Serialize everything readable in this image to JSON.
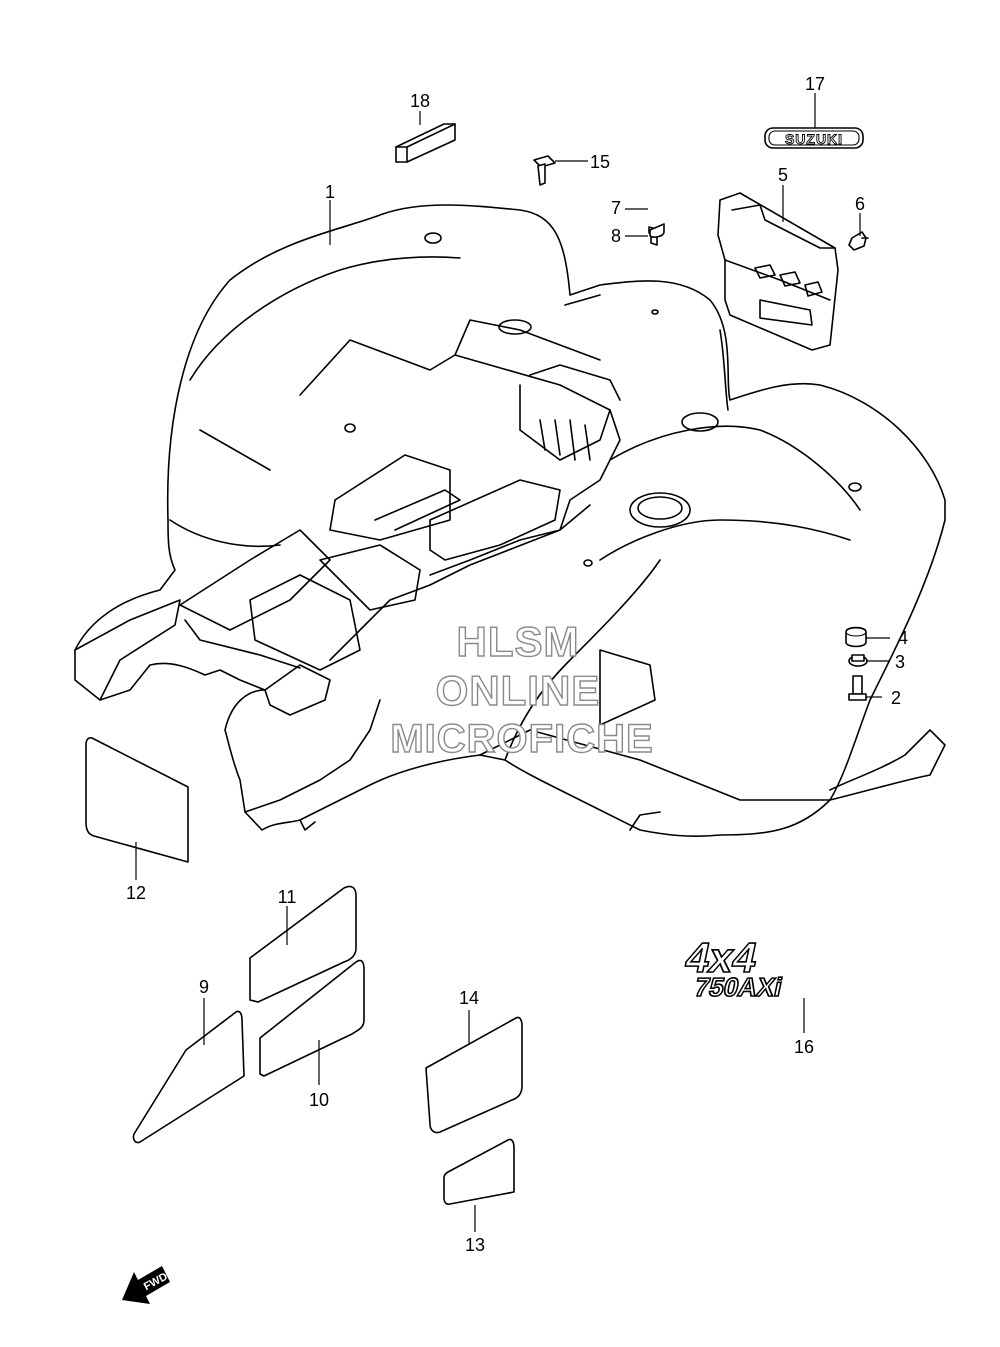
{
  "callouts": [
    "1",
    "2",
    "3",
    "4",
    "5",
    "6",
    "7",
    "8",
    "9",
    "10",
    "11",
    "12",
    "13",
    "14",
    "15",
    "16",
    "17",
    "18"
  ],
  "watermark": {
    "line1": "HLSM",
    "line2": "ONLINE",
    "line3": "MICROFICHE"
  },
  "badge_text": "SUZUKI",
  "emblem": {
    "line1": "4x4",
    "line2": "750AXi"
  },
  "direction_arrow": "FWD"
}
